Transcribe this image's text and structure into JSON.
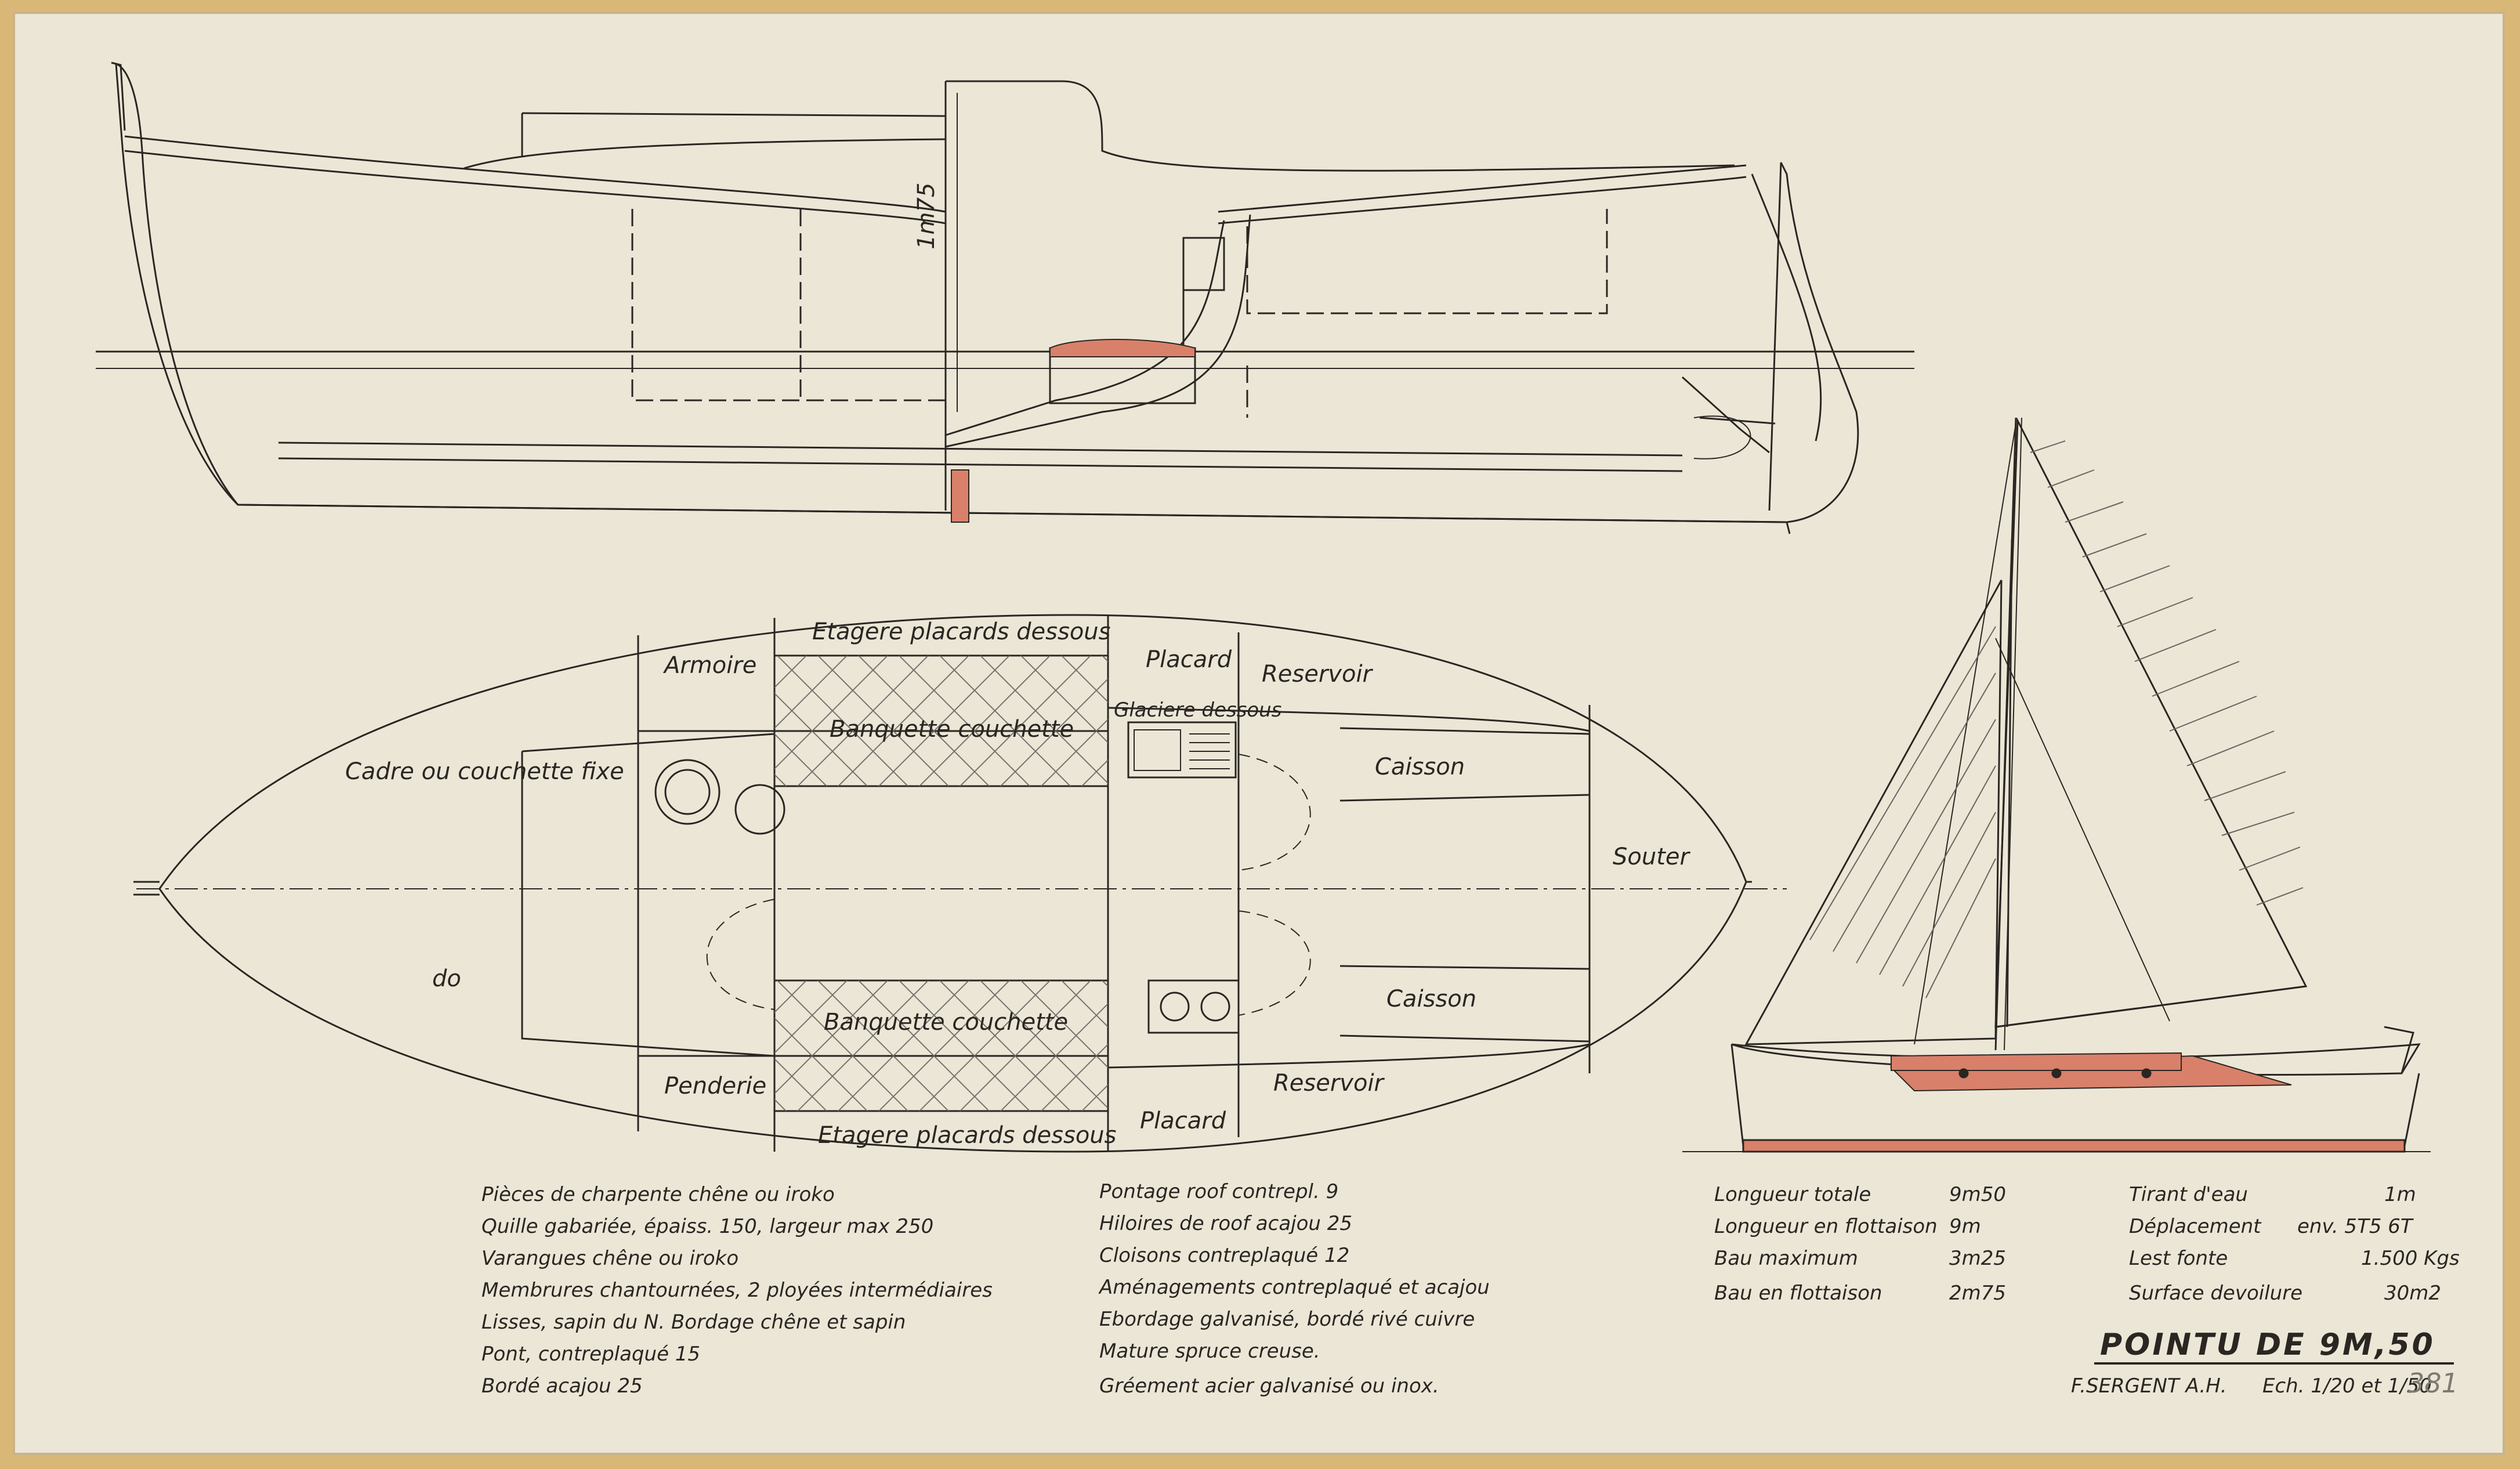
{
  "colors": {
    "paper": "#ebe6d6",
    "border": "#d9b877",
    "ink": "#2a2622",
    "red": "#d9806a"
  },
  "profile": {
    "height_label": "1m75"
  },
  "plan": {
    "labels": {
      "etagere_top": "Etagere placards dessous",
      "etagere_bottom": "Etagere placards dessous",
      "armoire": "Armoire",
      "placard_top": "Placard",
      "placard_bottom": "Placard",
      "reservoir_top": "Reservoir",
      "reservoir_bottom": "Reservoir",
      "glaciere": "Glaciere dessous",
      "banquette_top": "Banquette couchette",
      "banquette_bottom": "Banquette couchette",
      "cadre": "Cadre ou couchette fixe",
      "caisson_top": "Caisson",
      "caisson_bottom": "Caisson",
      "souter": "Souter",
      "do": "do",
      "penderie": "Penderie"
    }
  },
  "notes": {
    "col1": [
      "Pièces de charpente chêne ou iroko",
      "Quille gabariée, épaiss. 150, largeur max 250",
      "Varangues chêne ou iroko",
      "Membrures chantournées, 2 ployées intermédiaires",
      "Lisses, sapin du N. Bordage chêne et sapin",
      "Pont, contreplaqué 15",
      "Bordé acajou 25"
    ],
    "col2": [
      "Pontage roof contrepl. 9",
      "Hiloires de roof acajou 25",
      "Cloisons contreplaqué 12",
      "Aménagements contreplaqué et acajou",
      "Ebordage galvanisé, bordé rivé cuivre",
      "Mature spruce creuse.",
      "Gréement acier galvanisé ou inox."
    ]
  },
  "specs": {
    "left": [
      {
        "label": "Longueur totale",
        "value": "9m50"
      },
      {
        "label": "Longueur en flottaison",
        "value": "9m"
      },
      {
        "label": "Bau maximum",
        "value": "3m25"
      },
      {
        "label": "Bau en flottaison",
        "value": "2m75"
      }
    ],
    "right": [
      {
        "label": "Tirant d'eau",
        "value": "1m"
      },
      {
        "label": "Déplacement",
        "value": "env. 5T5 6T"
      },
      {
        "label": "Lest fonte",
        "value": "1.500 Kgs"
      },
      {
        "label": "Surface devoilure",
        "value": "30m2"
      }
    ]
  },
  "title": {
    "name": "POINTU DE 9M,50",
    "author": "F.SERGENT A.H.",
    "scale": "Ech. 1/20 et 1/50",
    "number": "381"
  }
}
